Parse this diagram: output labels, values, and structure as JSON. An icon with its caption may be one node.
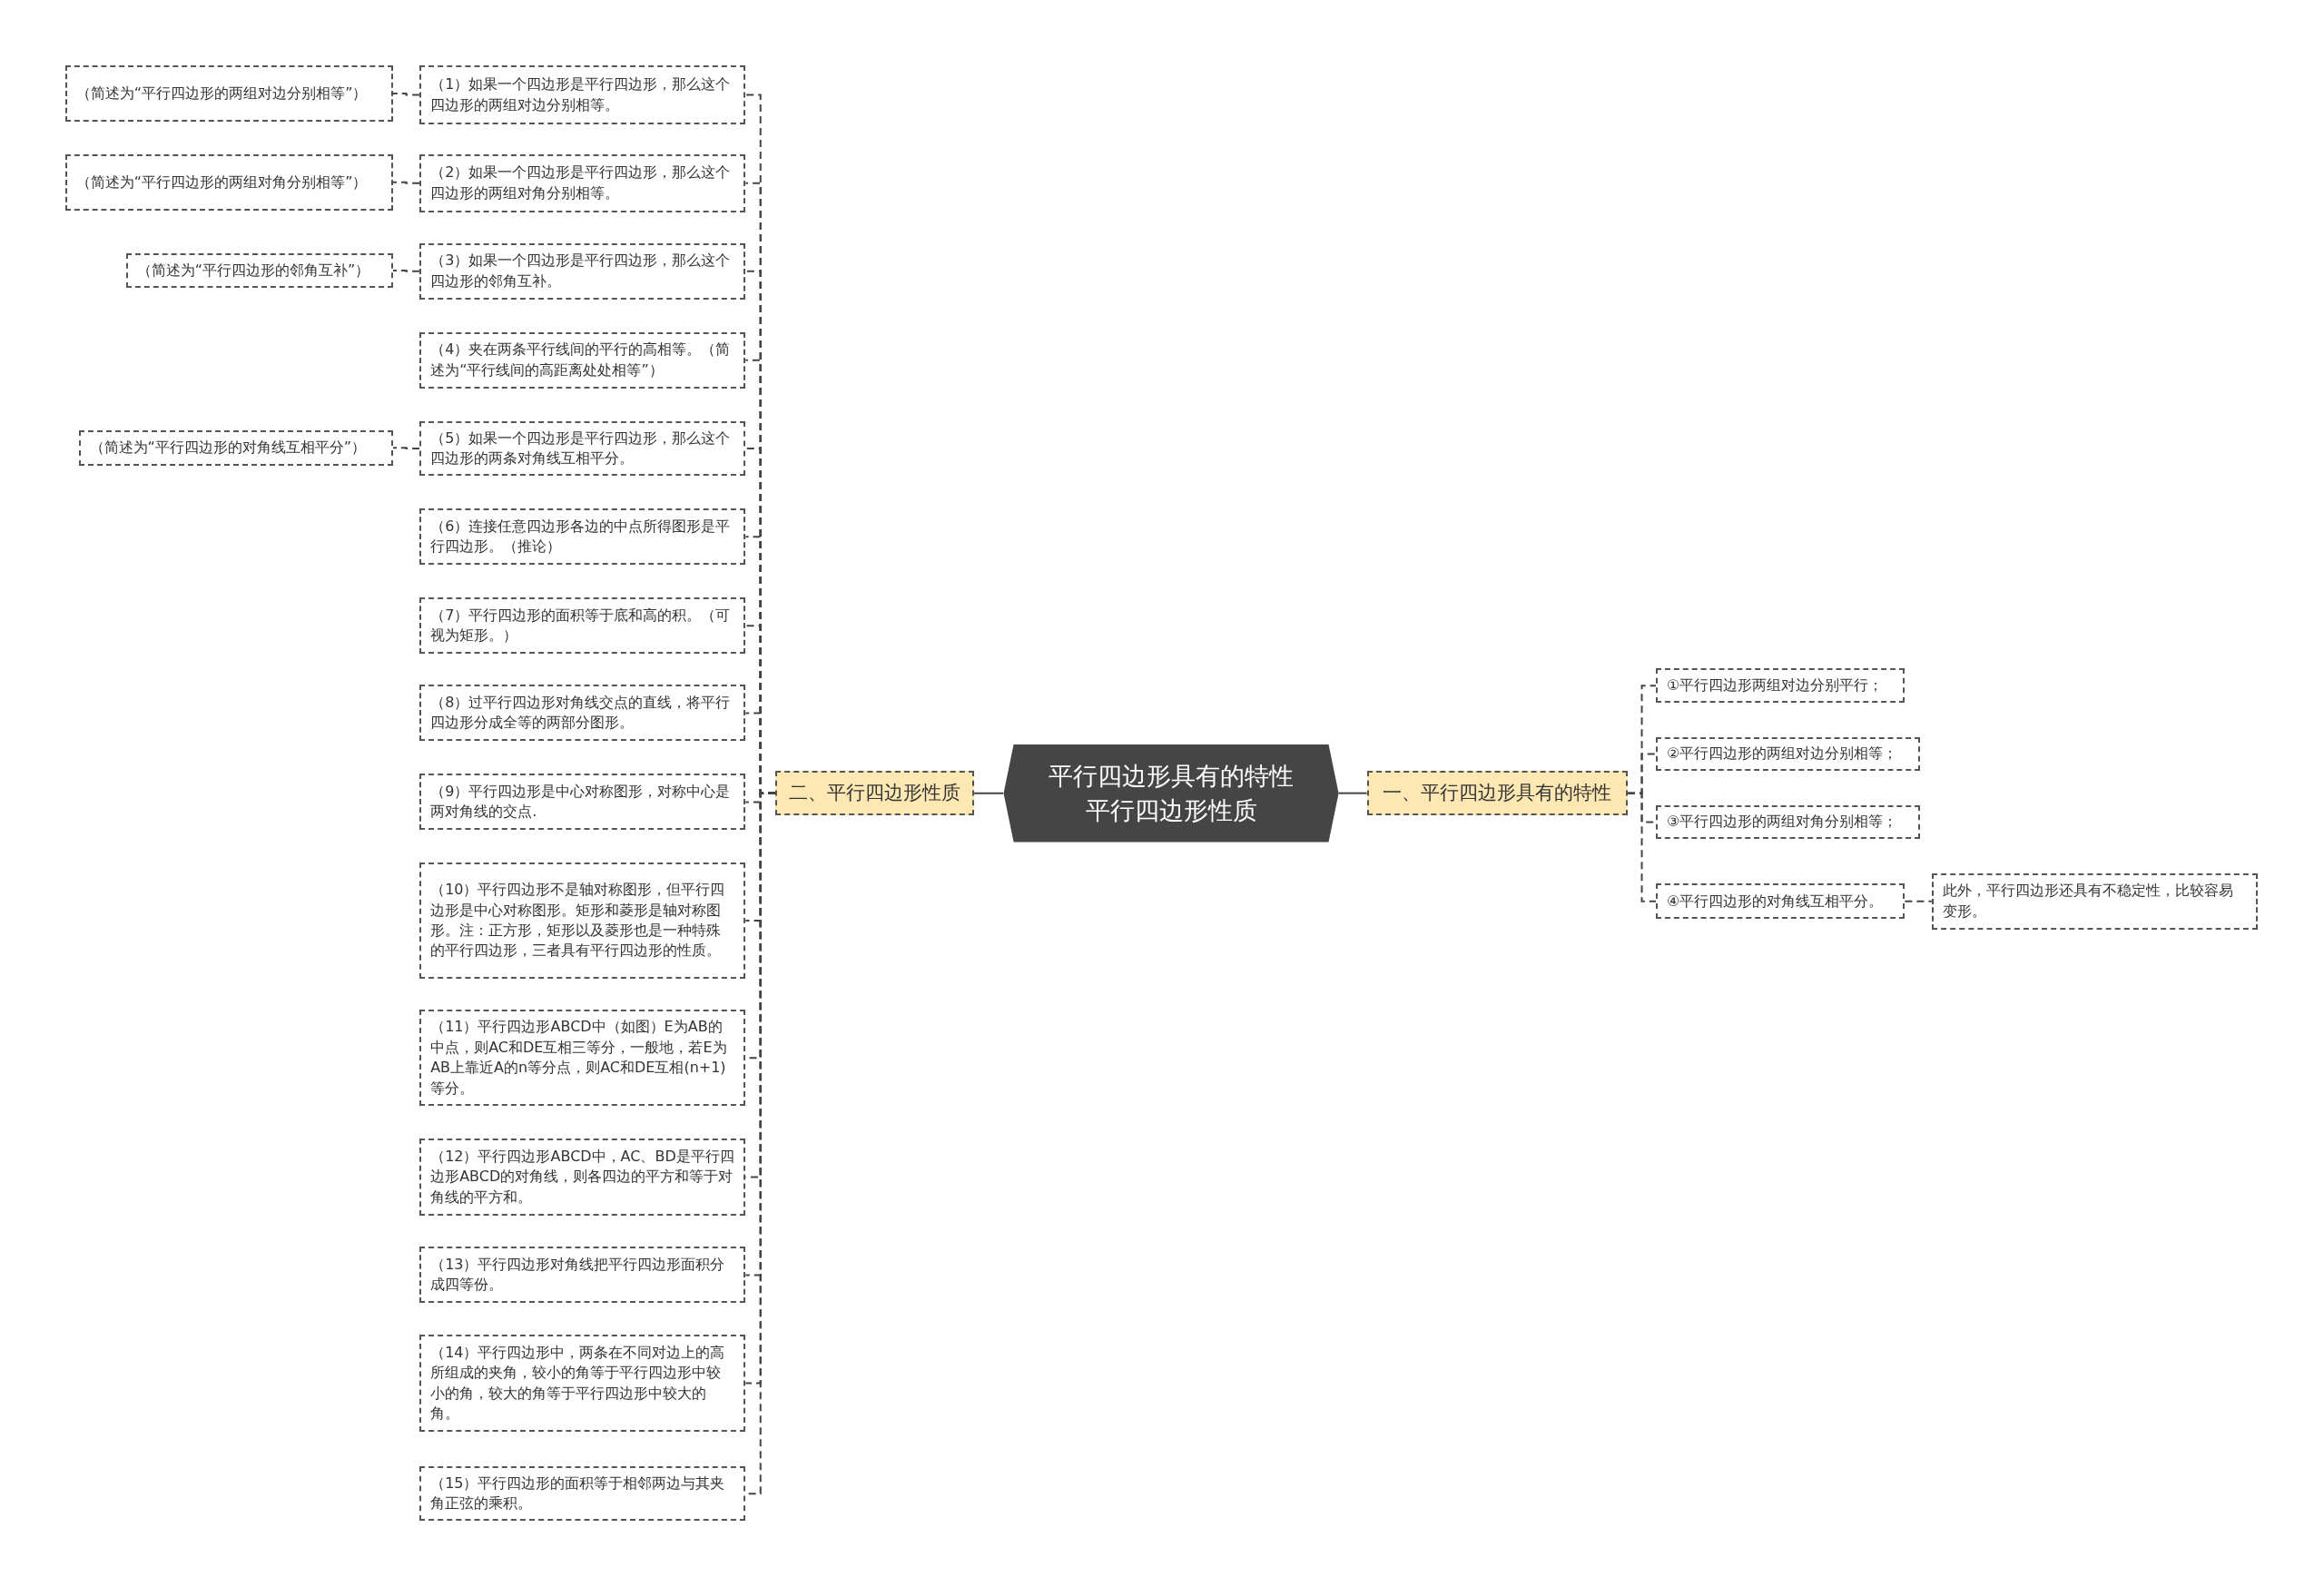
{
  "diagram": {
    "nodes": [
      {
        "text": [
          "平行四边形具有的特性平行四边形性质"
        ]
      },
      {
        "text": [
          "一、平行四边形具有的特性"
        ]
      },
      {
        "text": [
          "①平行四边形两组对边分别平行；"
        ]
      },
      {
        "text": [
          "②平行四边形的两组对边分别相等；"
        ]
      },
      {
        "text": [
          "③平行四边形的两组对角分别相等；"
        ]
      },
      {
        "text": [
          "④平行四边形的对角线互相平分。"
        ]
      },
      {
        "text": [
          "此外，平行四边形还具有不稳定性，比较容易变形。"
        ]
      },
      {
        "text": [
          "二、平行四边形性质"
        ]
      },
      {
        "text": [
          "（1）如果一个四边形是平行四边形，那么这个四边形的两组对边分别相等。"
        ]
      },
      {
        "text": [
          "（2）如果一个四边形是平行四边形，那么这个四边形的两组对角分别相等。"
        ]
      },
      {
        "text": [
          "（3）如果一个四边形是平行四边形，那么这个四边形的邻角互补。"
        ]
      },
      {
        "text": [
          "（4）夹在两条平行线间的平行的高相等。（简述为“平行线间的高距离处处相等”）"
        ]
      },
      {
        "text": [
          "（5）如果一个四边形是平行四边形，那么这个四边形的两条对角线互相平分。"
        ]
      },
      {
        "text": [
          "（6）连接任意四边形各边的中点所得图形是平行四边形。（推论）"
        ]
      },
      {
        "text": [
          "（7）平行四边形的面积等于底和高的积。（可视为矩形。）"
        ]
      },
      {
        "text": [
          "（8）过平行四边形对角线交点的直线，将平行四边形分成全等的两部分图形。"
        ]
      },
      {
        "text": [
          "（9）平行四边形是中心对称图形，对称中心是两对角线的交点."
        ]
      },
      {
        "text": [
          "（10）平行四边形不是轴对称图形，但平行四边形是中心对称图形。矩形和菱形是轴对称图形。注：正方形，矩形以及菱形也是一种特殊的平行四边形，三者具有平行四边形的性质。"
        ]
      },
      {
        "text": [
          "（11）平行四边形ABCD中（如图）E为AB的中点，则AC和DE互相三等分，一般地，若E为AB上靠近A的n等分点，则AC和DE互相(n+1)等分。"
        ]
      },
      {
        "text": [
          "（12）平行四边形ABCD中，AC、BD是平行四边形ABCD的对角线，则各四边的平方和等于对角线的平方和。"
        ]
      },
      {
        "text": [
          "（13）平行四边形对角线把平行四边形面积分成四等份。"
        ]
      },
      {
        "text": [
          "（14）平行四边形中，两条在不同对边上的高所组成的夹角，较小的角等于平行四边形中较小的角，较大的角等于平行四边形中较大的角。"
        ]
      },
      {
        "text": [
          "（15）平行四边形的面积等于相邻两边与其夹角正弦的乘积。"
        ]
      },
      {
        "text": [
          "（简述为“平行四边形的两组对边分别相等”）"
        ]
      },
      {
        "text": [
          "（简述为“平行四边形的两组对角分别相等”）"
        ]
      },
      {
        "text": [
          "（简述为“平行四边形的邻角互补”）"
        ]
      },
      {
        "text": [
          "（简述为“平行四边形的对角线互相平分”）"
        ]
      }
    ],
    "edges": [
      {
        "from": 0,
        "to": 1,
        "arrow": "none"
      },
      {
        "from": 1,
        "to": 2,
        "arrow": "none",
        "style": "dashed"
      },
      {
        "from": 1,
        "to": 3,
        "arrow": "none",
        "style": "dashed"
      },
      {
        "from": 1,
        "to": 4,
        "arrow": "none",
        "style": "dashed"
      },
      {
        "from": 1,
        "to": 5,
        "arrow": "none",
        "style": "dashed"
      },
      {
        "from": 5,
        "to": 6,
        "arrow": "none",
        "style": "dashed"
      },
      {
        "from": 0,
        "to": 7,
        "arrow": "none"
      },
      {
        "from": 7,
        "to": 8,
        "arrow": "none",
        "style": "dashed"
      },
      {
        "from": 7,
        "to": 9,
        "arrow": "none",
        "style": "dashed"
      },
      {
        "from": 7,
        "to": 10,
        "arrow": "none",
        "style": "dashed"
      },
      {
        "from": 7,
        "to": 11,
        "arrow": "none",
        "style": "dashed"
      },
      {
        "from": 7,
        "to": 12,
        "arrow": "none",
        "style": "dashed"
      },
      {
        "from": 7,
        "to": 13,
        "arrow": "none",
        "style": "dashed"
      },
      {
        "from": 7,
        "to": 14,
        "arrow": "none",
        "style": "dashed"
      },
      {
        "from": 7,
        "to": 15,
        "arrow": "none",
        "style": "dashed"
      },
      {
        "from": 7,
        "to": 16,
        "arrow": "none",
        "style": "dashed"
      },
      {
        "from": 7,
        "to": 17,
        "arrow": "none",
        "style": "dashed"
      },
      {
        "from": 7,
        "to": 18,
        "arrow": "none",
        "style": "dashed"
      },
      {
        "from": 7,
        "to": 19,
        "arrow": "none",
        "style": "dashed"
      },
      {
        "from": 7,
        "to": 20,
        "arrow": "none",
        "style": "dashed"
      },
      {
        "from": 7,
        "to": 21,
        "arrow": "none",
        "style": "dashed"
      },
      {
        "from": 7,
        "to": 22,
        "arrow": "none",
        "style": "dashed"
      },
      {
        "from": 8,
        "to": 23,
        "arrow": "none",
        "style": "dashed"
      },
      {
        "from": 9,
        "to": 24,
        "arrow": "none",
        "style": "dashed"
      },
      {
        "from": 10,
        "to": 25,
        "arrow": "none",
        "style": "dashed"
      },
      {
        "from": 12,
        "to": 26,
        "arrow": "none",
        "style": "dashed"
      }
    ]
  }
}
